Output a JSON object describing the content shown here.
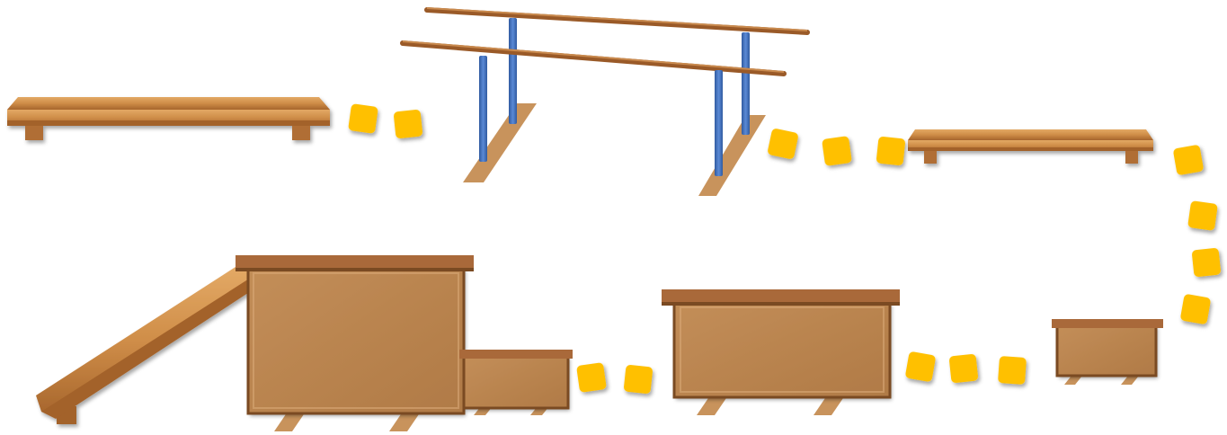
{
  "scene": {
    "colors": {
      "wood_light": "#d99a55",
      "wood_mid": "#c07a3a",
      "wood_dark": "#8a4f1e",
      "box_face": "#b98450",
      "box_top": "#a9693a",
      "box_edge_dark": "#6e4020",
      "bar_pole": "#4a7ac8",
      "bar_pole_dark": "#2f5aa0",
      "base_plank": "#c8935c",
      "stepping_stone": "#ffc000",
      "background": "#ffffff"
    },
    "objects": [
      {
        "name": "bench-left",
        "kind": "balance-bench"
      },
      {
        "name": "parallel-bars",
        "kind": "parallel-bars"
      },
      {
        "name": "bench-right",
        "kind": "balance-bench"
      },
      {
        "name": "incline-ramp",
        "kind": "ramp"
      },
      {
        "name": "vault-box-large",
        "kind": "plyo-box"
      },
      {
        "name": "vault-box-small",
        "kind": "plyo-box"
      },
      {
        "name": "vault-box-medium",
        "kind": "plyo-box"
      },
      {
        "name": "vault-box-right-small",
        "kind": "plyo-box"
      }
    ],
    "stepping_stone_count": 14
  }
}
